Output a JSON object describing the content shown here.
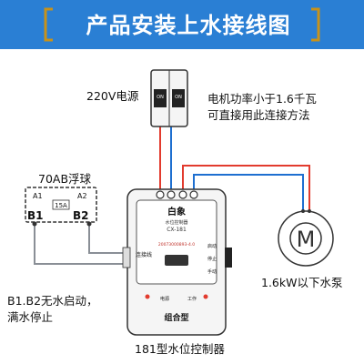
{
  "header": {
    "title": "产品安装上水接线图",
    "bg_color": "#2a7fd4",
    "bracket_color": "#c7921a"
  },
  "labels": {
    "breaker": "220V电源",
    "motor_note_line1": "电机功率小于1.6千瓦",
    "motor_note_line2": "可直接用此连接方法",
    "float_switch": "70AB浮球",
    "float_note_line1": "B1.B2无水启动，",
    "float_note_line2": "满水停止",
    "pump": "1.6kW以下水泵",
    "controller": "181型水位控制器"
  },
  "breaker": {
    "switch_label": "ON"
  },
  "float_switch": {
    "terminal_a1": "A1",
    "terminal_a2": "A2",
    "terminal_b1": "B1",
    "terminal_b2": "B2",
    "rating": "15A"
  },
  "controller": {
    "brand": "白象",
    "subtitle": "水位控制器",
    "model": "CX-181",
    "serial": "20073000893-4.0",
    "side_label": "连接线",
    "left_indicator": "电源",
    "right_indicator": "工作",
    "right_labels": [
      "启动",
      "停止",
      "手动"
    ],
    "bottom_label": "组合型"
  },
  "pump": {
    "symbol": "M"
  },
  "colors": {
    "wire_red": "#e23b2e",
    "wire_blue": "#1e6fd0",
    "wire_gray": "#8a8f96",
    "device_fill": "#f5f5f5",
    "accent": "#2a7fd4"
  }
}
